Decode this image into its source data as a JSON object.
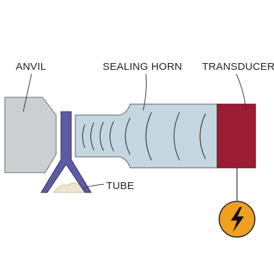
{
  "labels": {
    "anvil": "ANVIL",
    "sealing_horn": "SEALING HORN",
    "transducer": "TRANSDUCER",
    "tube": "TUBE"
  },
  "icons": {
    "power": "lightning-bolt-icon"
  },
  "colors": {
    "anvil": "#cccfd1",
    "sealing_horn": "#c4d6df",
    "transducer": "#9c1c33",
    "tube": "#5d5ba3",
    "tube_contents": "#ede6cd",
    "power_circle": "#f0a020"
  }
}
